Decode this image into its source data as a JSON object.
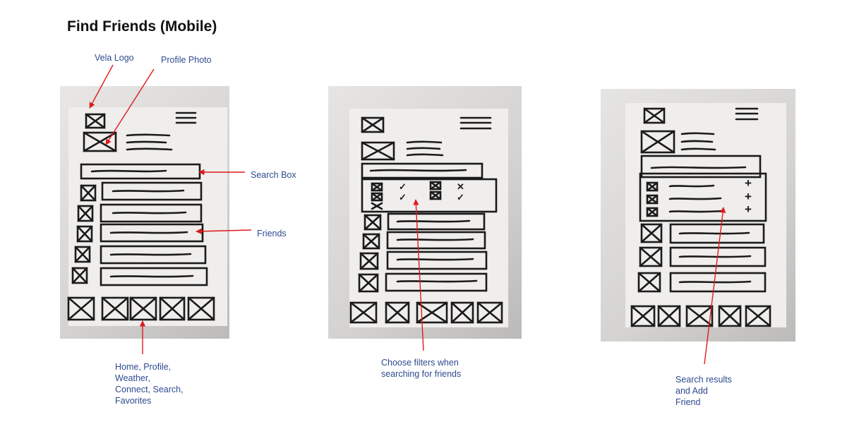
{
  "page": {
    "title": "Find Friends (Mobile)"
  },
  "annotations": {
    "vela_logo": "Vela Logo",
    "profile_photo": "Profile Photo",
    "search_box": "Search Box",
    "friends": "Friends",
    "nav_bar": [
      "Home, Profile,",
      "Weather,",
      "Connect, Search,",
      "Favorites"
    ],
    "filters": [
      "Choose filters when",
      "searching for friends"
    ],
    "results": [
      "Search results",
      "and Add",
      "Friend"
    ]
  },
  "colors": {
    "annotation_text": "#2e4a8f",
    "arrow": "#e0191c",
    "photo_bg": "#c9c8c6"
  },
  "sketch_labels": {
    "filters_row1": [
      "✓",
      "✕"
    ],
    "filters_row2": [
      "✓",
      "✓"
    ],
    "results_add": [
      "+",
      "+",
      "+"
    ]
  }
}
